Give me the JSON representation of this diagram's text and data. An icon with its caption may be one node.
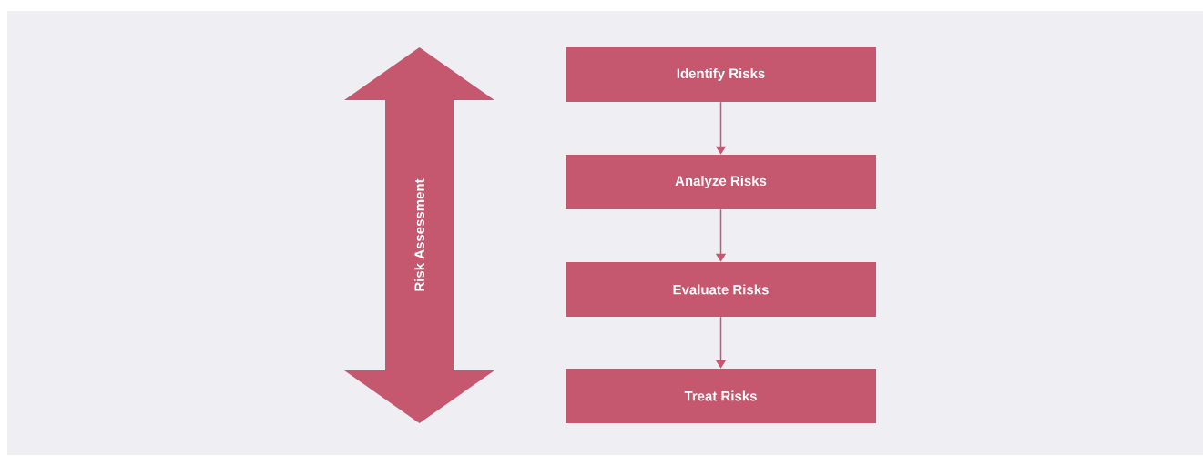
{
  "diagram": {
    "nodes": [
      {
        "text": [
          "Risk Assessment"
        ]
      },
      {
        "text": [
          "Identify Risks"
        ]
      },
      {
        "text": [
          "Analyze Risks"
        ]
      },
      {
        "text": [
          "Evaluate Risks"
        ]
      },
      {
        "text": [
          "Treat Risks"
        ]
      }
    ],
    "edges": [
      {
        "from": 1,
        "to": 2,
        "arrow": "to"
      },
      {
        "from": 2,
        "to": 3,
        "arrow": "to"
      },
      {
        "from": 3,
        "to": 4,
        "arrow": "to"
      }
    ]
  }
}
